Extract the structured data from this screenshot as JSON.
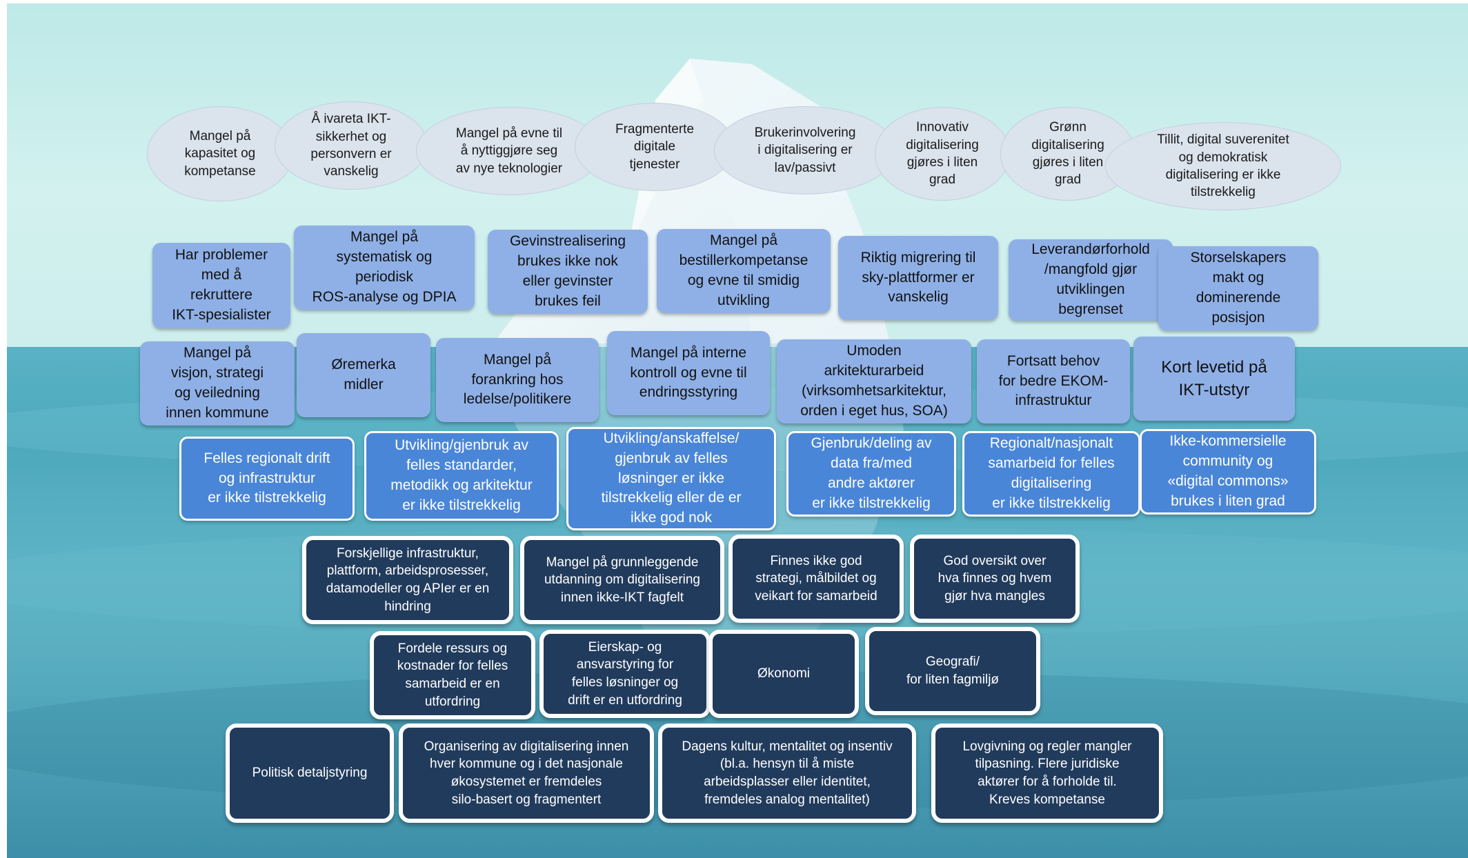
{
  "scene": {
    "sky_color": "#c8ecea",
    "sea_color": "#4fa8bc",
    "iceberg_color": "#ffffff"
  },
  "ovals": [
    "Mangel på\nkapasitet og\nkompetanse",
    "Å ivareta IKT-\nsikkerhet og\npersonvern er\nvanskelig",
    "Mangel på evne til\nå nyttiggjøre seg\nav nye teknologier",
    "Fragmenterte\ndigitale\ntjenester",
    "Brukerinvolvering\ni digitalisering er\nlav/passivt",
    "Innovativ\ndigitalisering\ngjøres i liten\ngrad",
    "Grønn\ndigitalisering\ngjøres i liten\ngrad",
    "Tillit, digital suverenitet\nog demokratisk\ndigitalisering er ikke\ntilstrekkelig"
  ],
  "row_light_1": [
    "Har problemer\nmed å\nrekruttere\nIKT-spesialister",
    "Mangel på\nsystematisk og\nperiodisk\nROS-analyse og DPIA",
    "Gevinstrealisering\nbrukes ikke nok\neller gevinster\nbrukes feil",
    "Mangel på\nbestillerkompetanse\nog evne til smidig\nutvikling",
    "Riktig migrering til\nsky-plattformer er\nvanskelig",
    "Leverandørforhold\n/mangfold gjør\nutviklingen\nbegrenset",
    "Storselskapers\nmakt og\ndominerende\nposisjon"
  ],
  "row_light_2": [
    "Mangel på\nvisjon, strategi\nog veiledning\ninnen kommune",
    "Øremerka\nmidler",
    "Mangel på\nforankring hos\nledelse/politikere",
    "Mangel på interne\nkontroll og evne til\nendringsstyring",
    "Umoden\narkitekturarbeid\n(virksomhetsarkitektur,\norden i eget hus, SOA)",
    "Fortsatt behov\nfor bedre EKOM-\ninfrastruktur",
    "Kort levetid på\nIKT-utstyr"
  ],
  "row_medium": [
    "Felles regionalt drift\nog infrastruktur\ner ikke tilstrekkelig",
    "Utvikling/gjenbruk av\nfelles standarder,\nmetodikk og arkitektur\ner ikke tilstrekkelig",
    "Utvikling/anskaffelse/\ngjenbruk av felles\nløsninger er ikke\ntilstrekkelig eller de er\nikke god nok",
    "Gjenbruk/deling av\ndata fra/med\nandre aktører\ner ikke tilstrekkelig",
    "Regionalt/nasjonalt\nsamarbeid for felles\ndigitalisering\ner ikke tilstrekkelig",
    "Ikke-kommersielle\ncommunity og\n«digital commons»\nbrukes i liten grad"
  ],
  "row_dark_1": [
    "Forskjellige infrastruktur,\nplattform, arbeidsprosesser,\ndatamodeller og APIer er en\nhindring",
    "Mangel på grunnleggende\nutdanning om digitalisering\ninnen ikke-IKT fagfelt",
    "Finnes ikke god\nstrategi, målbildet og\nveikart for samarbeid",
    "God oversikt over\nhva finnes og hvem\ngjør hva mangles"
  ],
  "row_dark_2": [
    "Fordele ressurs  og\nkostnader for felles\nsamarbeid er en\nutfordring",
    "Eierskap- og\nansvarstyring for\nfelles løsninger og\ndrift er en utfordring",
    "Økonomi",
    "Geografi/\nfor liten fagmiljø"
  ],
  "row_dark_3": [
    "Politisk detaljstyring",
    "Organisering av digitalisering innen\nhver kommune og i det nasjonale\nøkosystemet er fremdeles\nsilo-basert og fragmentert",
    "Dagens kultur, mentalitet og insentiv\n(bl.a. hensyn til å miste\narbeidsplasser eller identitet,\nfremdeles analog mentalitet)",
    "Lovgivning og regler mangler\ntilpasning. Flere juridiske\naktører for å forholde til.\nKreves kompetanse"
  ]
}
